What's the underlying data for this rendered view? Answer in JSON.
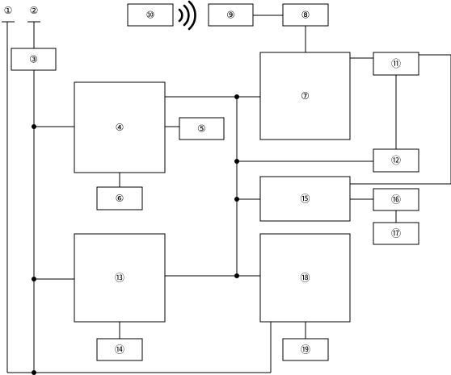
{
  "terminals": [
    {
      "key": "t1",
      "label": "①"
    },
    {
      "key": "t2",
      "label": "②"
    }
  ],
  "blocks": [
    {
      "key": "b3",
      "label": "③"
    },
    {
      "key": "b4",
      "label": "④"
    },
    {
      "key": "b5",
      "label": "⑤"
    },
    {
      "key": "b6",
      "label": "⑥"
    },
    {
      "key": "b7",
      "label": "⑦"
    },
    {
      "key": "b8",
      "label": "⑧"
    },
    {
      "key": "b9",
      "label": "⑨"
    },
    {
      "key": "b10",
      "label": "⑩"
    },
    {
      "key": "b11",
      "label": "⑪"
    },
    {
      "key": "b12",
      "label": "⑫"
    },
    {
      "key": "b13",
      "label": "⑬"
    },
    {
      "key": "b14",
      "label": "⑭"
    },
    {
      "key": "b15",
      "label": "⑮"
    },
    {
      "key": "b16",
      "label": "⑯"
    },
    {
      "key": "b17",
      "label": "⑰"
    },
    {
      "key": "b18",
      "label": "⑱"
    },
    {
      "key": "b19",
      "label": "⑲"
    }
  ]
}
